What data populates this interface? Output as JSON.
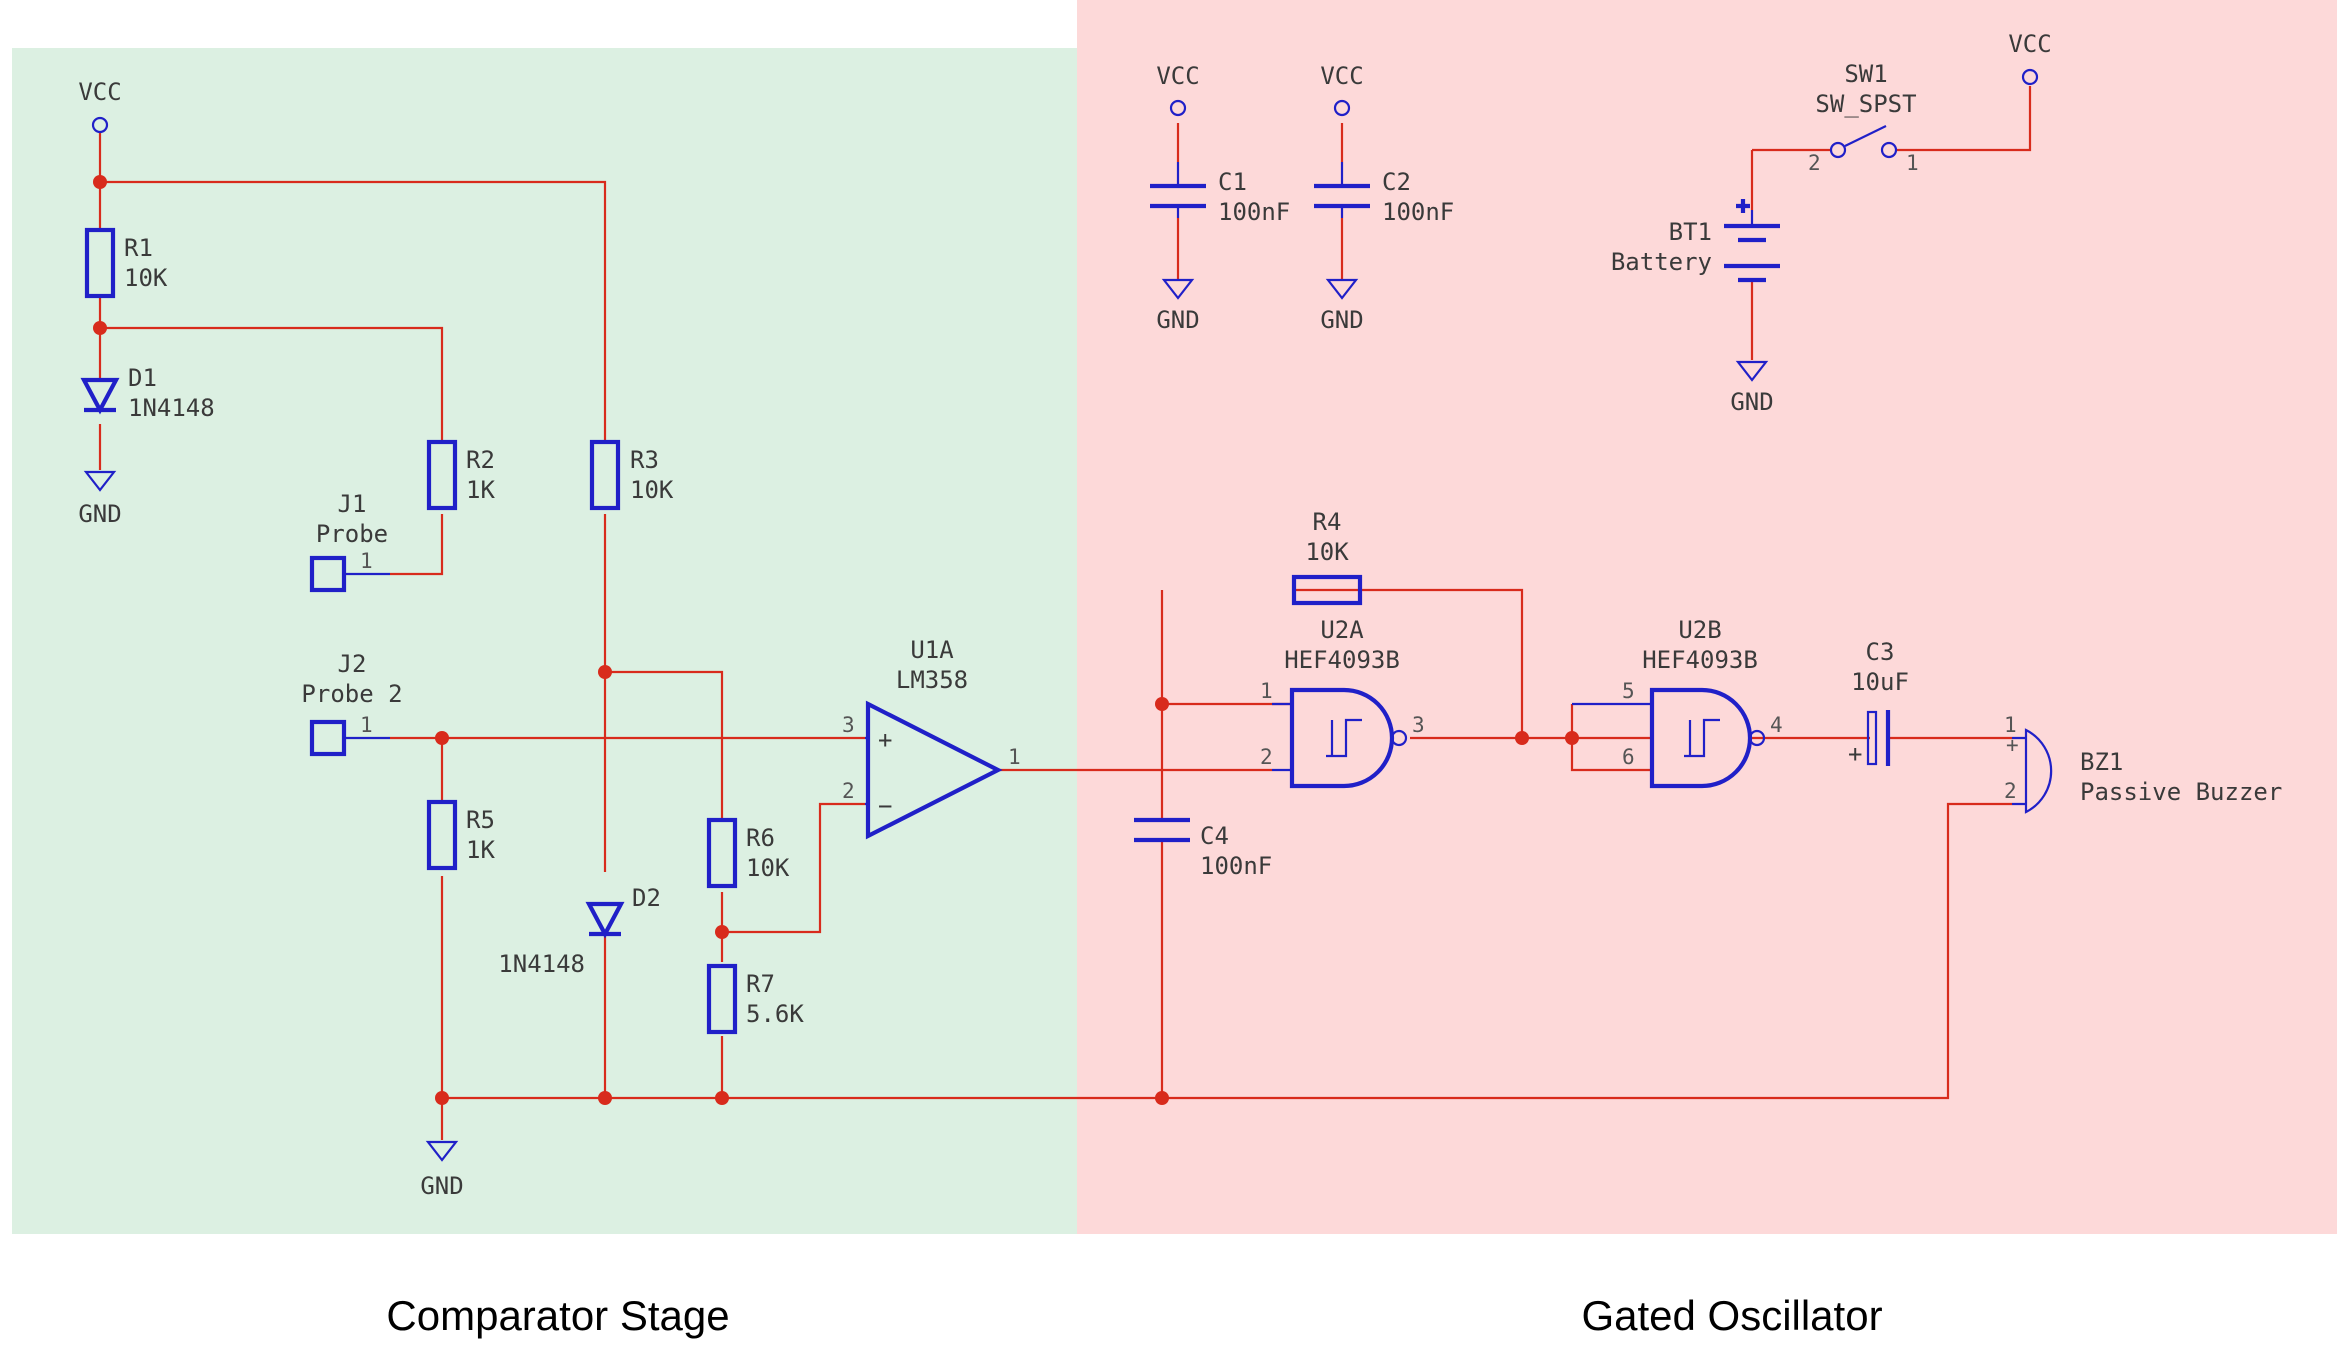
{
  "regions": {
    "comparator": {
      "caption": "Comparator Stage",
      "color": "#dcf0e2"
    },
    "oscillator": {
      "caption": "Gated Oscillator",
      "color": "#fdd9d9"
    }
  },
  "colors": {
    "wire": "#d82b1c",
    "component": "#2020c8",
    "text": "#3a3a3a"
  },
  "labels": {
    "vcc": "VCC",
    "gnd": "GND",
    "R1_ref": "R1",
    "R1_val": "10K",
    "D1_ref": "D1",
    "D1_val": "1N4148",
    "R2_ref": "R2",
    "R2_val": "1K",
    "R3_ref": "R3",
    "R3_val": "10K",
    "J1_ref": "J1",
    "J1_val": "Probe",
    "J2_ref": "J2",
    "J2_val": "Probe 2",
    "R5_ref": "R5",
    "R5_val": "1K",
    "D2_ref": "D2",
    "D2_val": "1N4148",
    "R6_ref": "R6",
    "R6_val": "10K",
    "R7_ref": "R7",
    "R7_val": "5.6K",
    "U1A_ref": "U1A",
    "U1A_val": "LM358",
    "C1_ref": "C1",
    "C1_val": "100nF",
    "C2_ref": "C2",
    "C2_val": "100nF",
    "SW1_ref": "SW1",
    "SW1_val": "SW_SPST",
    "BT1_ref": "BT1",
    "BT1_val": "Battery",
    "R4_ref": "R4",
    "R4_val": "10K",
    "U2A_ref": "U2A",
    "U2A_val": "HEF4093B",
    "U2B_ref": "U2B",
    "U2B_val": "HEF4093B",
    "C3_ref": "C3",
    "C3_val": "10uF",
    "C4_ref": "C4",
    "C4_val": "100nF",
    "BZ1_ref": "BZ1",
    "BZ1_val": "Passive Buzzer"
  },
  "pins": {
    "p1": "1",
    "p2": "2",
    "p3": "3",
    "p4": "4",
    "p5": "5",
    "p6": "6",
    "plus": "+",
    "minus": "−"
  }
}
